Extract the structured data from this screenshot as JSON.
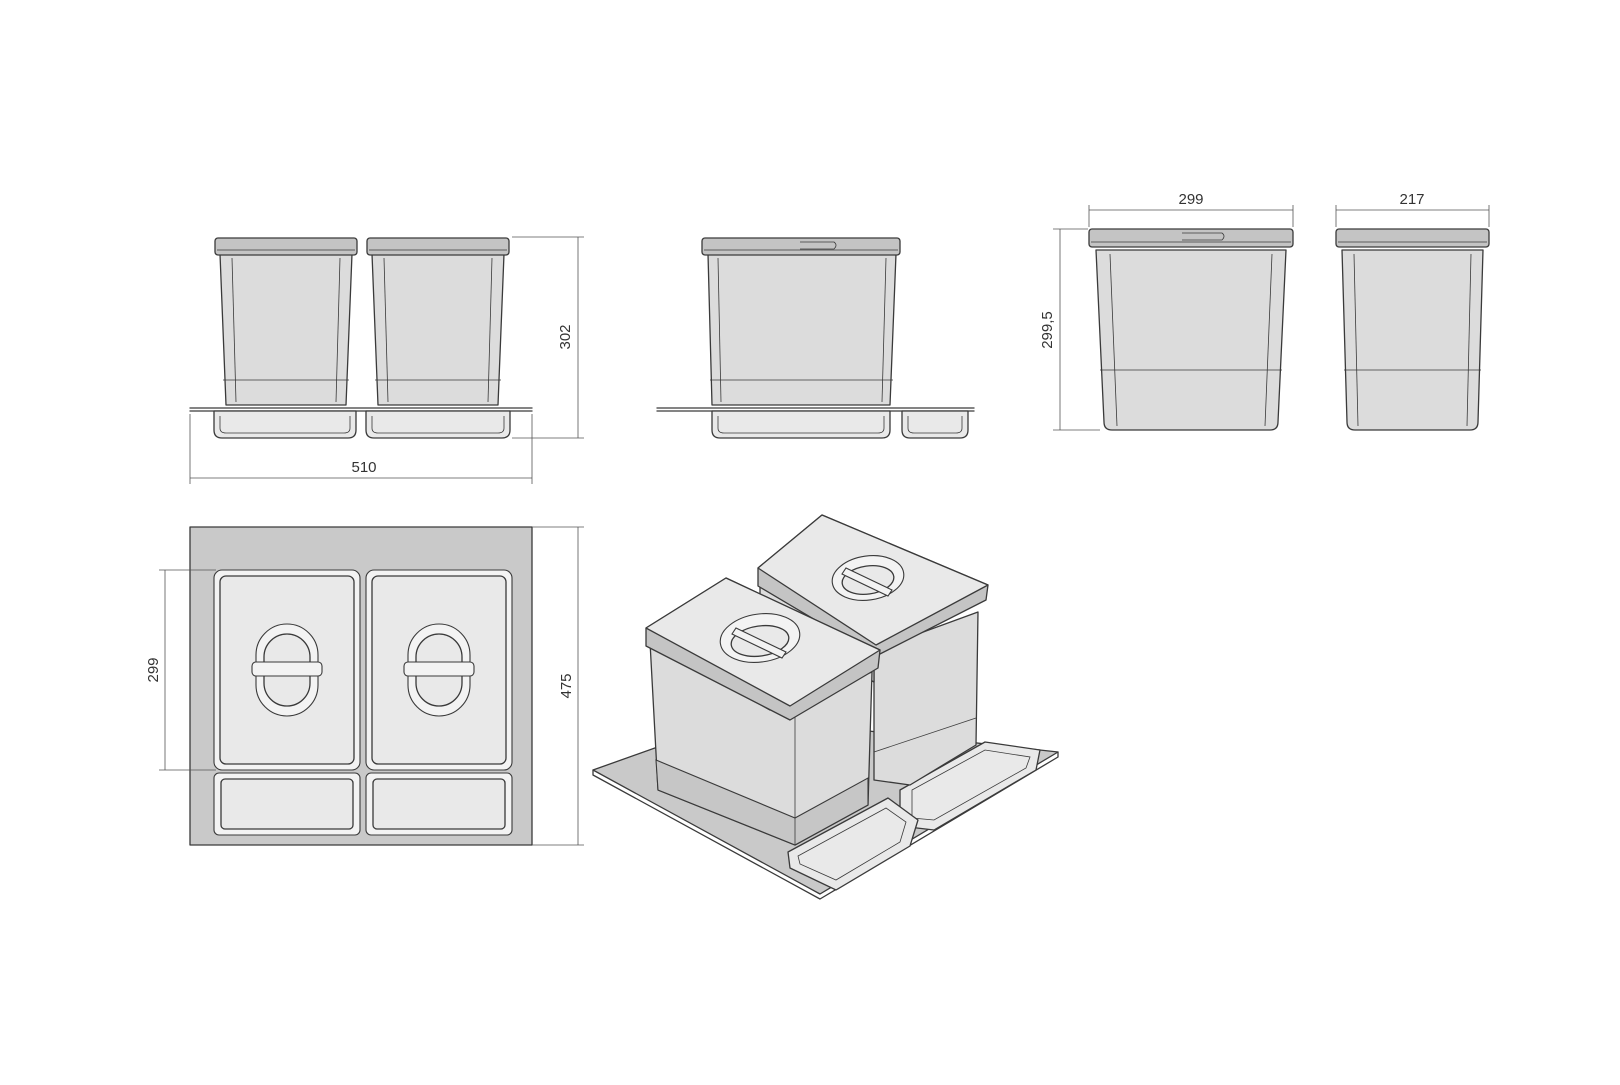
{
  "dimensions": {
    "front_height": "302",
    "front_width": "510",
    "bin_width": "299",
    "bin_height": "299,5",
    "bin_depth": "217",
    "plan_bin_length": "299",
    "plan_depth": "475"
  },
  "colors": {
    "line": "#3a3a3a",
    "bin_body": "#dcdcdc",
    "lid": "#c4c4c4",
    "tray": "#c9c9c9",
    "background": "#ffffff"
  }
}
